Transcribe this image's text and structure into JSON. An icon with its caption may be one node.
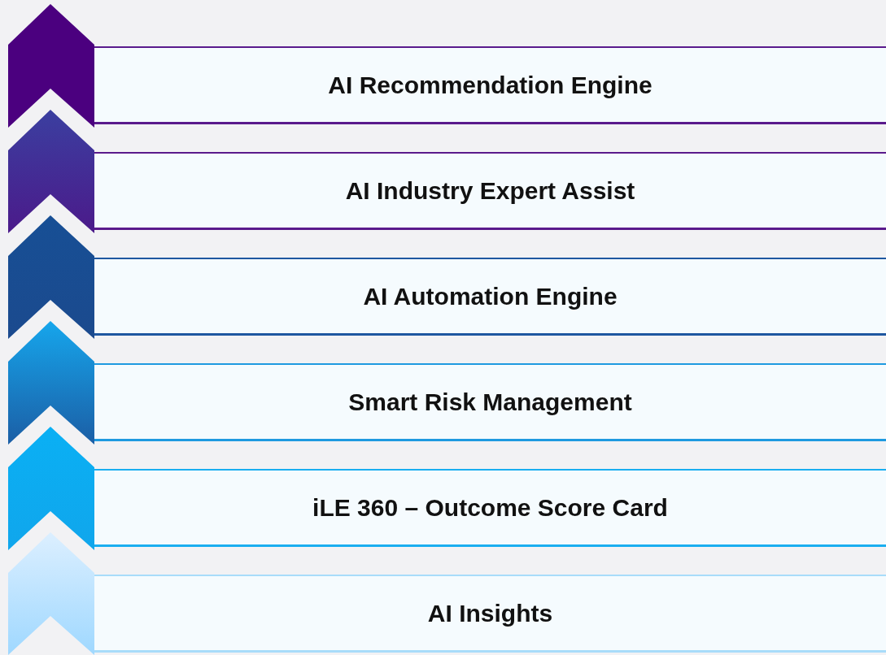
{
  "diagram": {
    "nodes": [
      {
        "text": [
          "AI Recommendation Engine"
        ]
      },
      {
        "text": [
          "AI Industry Expert Assist"
        ]
      },
      {
        "text": [
          "AI Automation Engine"
        ]
      },
      {
        "text": [
          "Smart Risk Management"
        ]
      },
      {
        "text": [
          "iLE 360 – Outcome Score Card"
        ]
      },
      {
        "text": [
          "AI Insights"
        ]
      }
    ]
  }
}
